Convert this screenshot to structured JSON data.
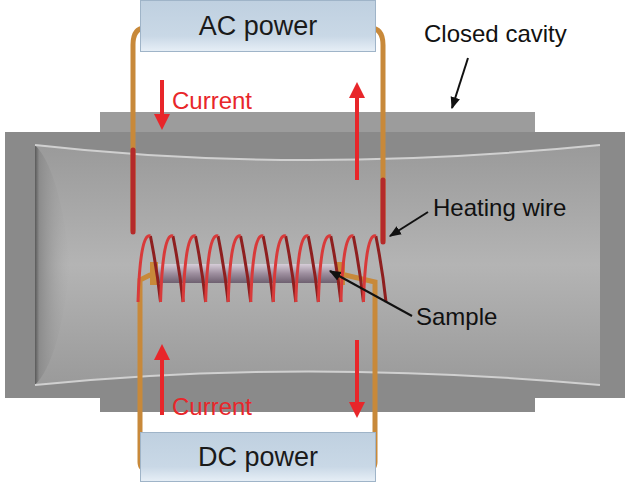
{
  "diagram": {
    "nodes": [
      {
        "text": [
          "AC power"
        ]
      },
      {
        "text": [
          "DC power"
        ]
      }
    ],
    "labels": [
      "Current",
      "Closed cavity",
      "Heating wire",
      "Sample",
      "Current"
    ]
  }
}
